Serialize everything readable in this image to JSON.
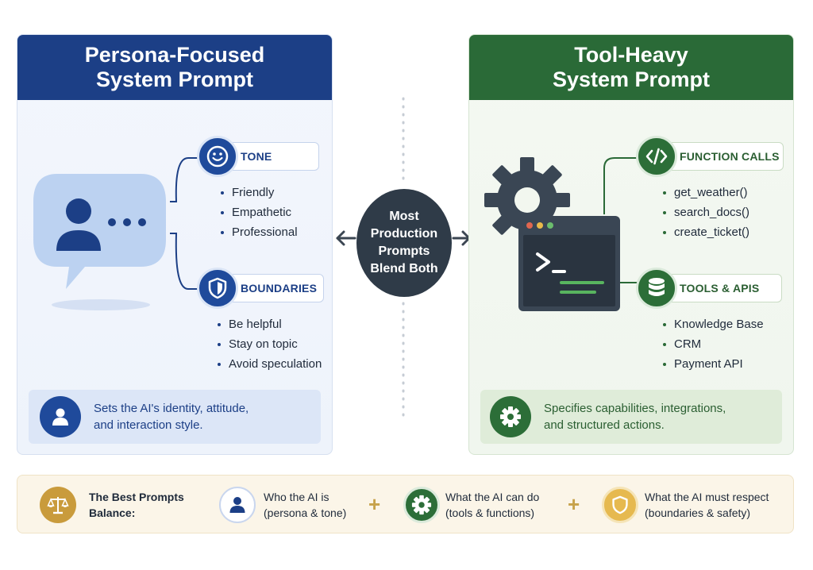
{
  "left_panel": {
    "title_line1": "Persona-Focused",
    "title_line2": "System Prompt",
    "tone": {
      "label": "TONE",
      "items": [
        "Friendly",
        "Empathetic",
        "Professional"
      ]
    },
    "boundaries": {
      "label": "BOUNDARIES",
      "items": [
        "Be helpful",
        "Stay on topic",
        "Avoid speculation"
      ]
    },
    "summary_line1": "Sets the AI's identity, attitude,",
    "summary_line2": "and interaction style."
  },
  "center": {
    "line1": "Most",
    "line2": "Production",
    "line3": "Prompts",
    "line4": "Blend Both"
  },
  "right_panel": {
    "title_line1": "Tool-Heavy",
    "title_line2": "System Prompt",
    "function_calls": {
      "label": "FUNCTION CALLS",
      "items": [
        "get_weather()",
        "search_docs()",
        "create_ticket()"
      ]
    },
    "tools": {
      "label": "TOOLS & APIS",
      "items": [
        "Knowledge Base",
        "CRM",
        "Payment API"
      ]
    },
    "summary_line1": "Specifies capabilities, integrations,",
    "summary_line2": "and structured actions."
  },
  "footer": {
    "heading_line1": "The Best Prompts",
    "heading_line2": "Balance:",
    "items": [
      {
        "line1": "Who the AI is",
        "line2": "(persona & tone)"
      },
      {
        "line1": "What the AI can do",
        "line2": "(tools & functions)"
      },
      {
        "line1": "What the AI must respect",
        "line2": "(boundaries & safety)"
      }
    ],
    "plus": "+"
  },
  "colors": {
    "persona_blue": "#1c3f86",
    "tool_green": "#2a6a37",
    "center_dark": "#2f3b48",
    "footer_gold": "#c7a24a"
  },
  "icons": [
    "smiley-icon",
    "shield-icon",
    "chat-person-icon",
    "gear-icon",
    "terminal-icon",
    "code-icon",
    "database-icon",
    "scale-icon",
    "person-icon"
  ]
}
